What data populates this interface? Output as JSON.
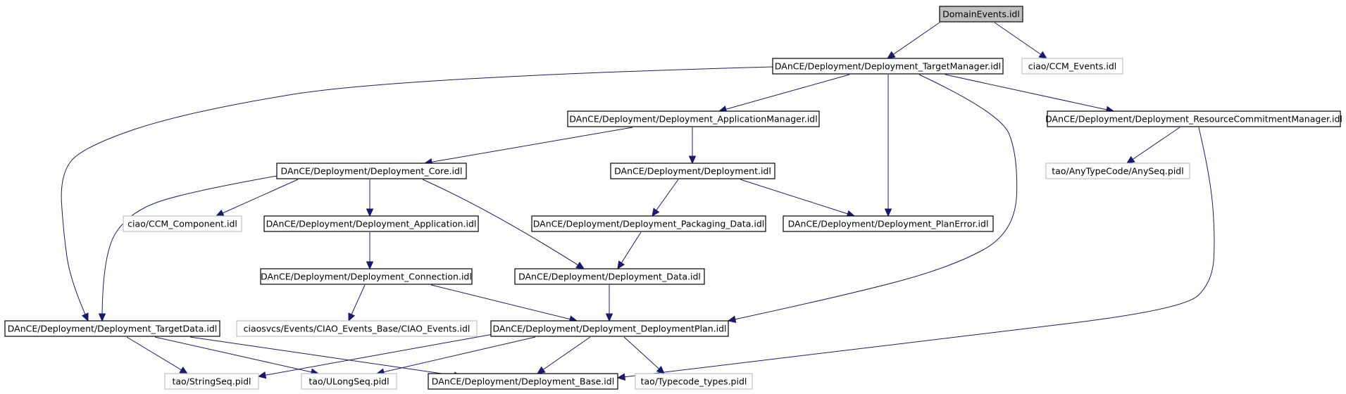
{
  "diagram": {
    "nodes": [
      {
        "id": "domain_events",
        "label": "DomainEvents.idl",
        "style": "root"
      },
      {
        "id": "target_manager",
        "label": "DAnCE/Deployment/Deployment_TargetManager.idl",
        "style": "normal"
      },
      {
        "id": "ccm_events",
        "label": "ciao/CCM_Events.idl",
        "style": "external"
      },
      {
        "id": "application_manager",
        "label": "DAnCE/Deployment/Deployment_ApplicationManager.idl",
        "style": "normal"
      },
      {
        "id": "resource_commitment_manager",
        "label": "DAnCE/Deployment/Deployment_ResourceCommitmentManager.idl",
        "style": "normal"
      },
      {
        "id": "core",
        "label": "DAnCE/Deployment/Deployment_Core.idl",
        "style": "normal"
      },
      {
        "id": "deployment",
        "label": "DAnCE/Deployment/Deployment.idl",
        "style": "normal"
      },
      {
        "id": "any_seq",
        "label": "tao/AnyTypeCode/AnySeq.pidl",
        "style": "external"
      },
      {
        "id": "ccm_component",
        "label": "ciao/CCM_Component.idl",
        "style": "external"
      },
      {
        "id": "application",
        "label": "DAnCE/Deployment/Deployment_Application.idl",
        "style": "normal"
      },
      {
        "id": "packaging_data",
        "label": "DAnCE/Deployment/Deployment_Packaging_Data.idl",
        "style": "normal"
      },
      {
        "id": "plan_error",
        "label": "DAnCE/Deployment/Deployment_PlanError.idl",
        "style": "normal"
      },
      {
        "id": "connection",
        "label": "DAnCE/Deployment/Deployment_Connection.idl",
        "style": "normal"
      },
      {
        "id": "data",
        "label": "DAnCE/Deployment/Deployment_Data.idl",
        "style": "normal"
      },
      {
        "id": "target_data",
        "label": "DAnCE/Deployment/Deployment_TargetData.idl",
        "style": "normal"
      },
      {
        "id": "ciao_events",
        "label": "ciaosvcs/Events/CIAO_Events_Base/CIAO_Events.idl",
        "style": "external"
      },
      {
        "id": "deployment_plan",
        "label": "DAnCE/Deployment/Deployment_DeploymentPlan.idl",
        "style": "normal"
      },
      {
        "id": "string_seq",
        "label": "tao/StringSeq.pidl",
        "style": "external"
      },
      {
        "id": "ulong_seq",
        "label": "tao/ULongSeq.pidl",
        "style": "external"
      },
      {
        "id": "base",
        "label": "DAnCE/Deployment/Deployment_Base.idl",
        "style": "normal"
      },
      {
        "id": "typecode_types",
        "label": "tao/Typecode_types.pidl",
        "style": "external"
      }
    ],
    "edges": [
      {
        "from": "domain_events",
        "to": "target_manager"
      },
      {
        "from": "domain_events",
        "to": "ccm_events"
      },
      {
        "from": "target_manager",
        "to": "application_manager"
      },
      {
        "from": "target_manager",
        "to": "resource_commitment_manager"
      },
      {
        "from": "target_manager",
        "to": "plan_error"
      },
      {
        "from": "target_manager",
        "to": "target_data"
      },
      {
        "from": "target_manager",
        "to": "deployment_plan"
      },
      {
        "from": "application_manager",
        "to": "core"
      },
      {
        "from": "application_manager",
        "to": "deployment"
      },
      {
        "from": "resource_commitment_manager",
        "to": "any_seq"
      },
      {
        "from": "resource_commitment_manager",
        "to": "base"
      },
      {
        "from": "core",
        "to": "ccm_component"
      },
      {
        "from": "core",
        "to": "application"
      },
      {
        "from": "core",
        "to": "data"
      },
      {
        "from": "core",
        "to": "target_data"
      },
      {
        "from": "deployment",
        "to": "packaging_data"
      },
      {
        "from": "deployment",
        "to": "plan_error"
      },
      {
        "from": "application",
        "to": "connection"
      },
      {
        "from": "packaging_data",
        "to": "data"
      },
      {
        "from": "connection",
        "to": "ciao_events"
      },
      {
        "from": "connection",
        "to": "deployment_plan"
      },
      {
        "from": "data",
        "to": "deployment_plan"
      },
      {
        "from": "target_data",
        "to": "string_seq"
      },
      {
        "from": "target_data",
        "to": "ulong_seq"
      },
      {
        "from": "target_data",
        "to": "base"
      },
      {
        "from": "deployment_plan",
        "to": "string_seq"
      },
      {
        "from": "deployment_plan",
        "to": "ulong_seq"
      },
      {
        "from": "deployment_plan",
        "to": "base"
      },
      {
        "from": "deployment_plan",
        "to": "typecode_types"
      }
    ]
  }
}
